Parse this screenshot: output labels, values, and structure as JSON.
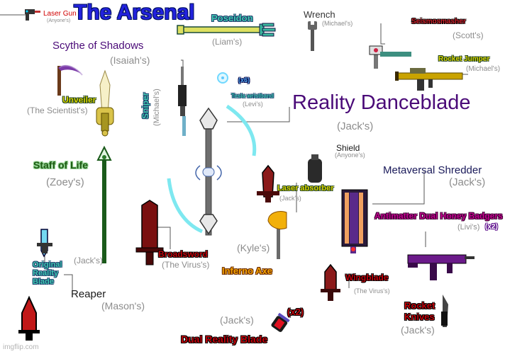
{
  "title": "The Arsenal",
  "watermark": "imgflip.com",
  "colors": {
    "reality_purple": "#4a0a78",
    "laser_blue": "#7ee8f0",
    "owner_gray": "#8c8c8c"
  },
  "items": {
    "laser_gun": {
      "name": "Laser Gun",
      "owner": "(Anyone's)",
      "icon": "laser-gun-icon"
    },
    "poseidon": {
      "name": "Poseidon",
      "owner": "(Liam's)",
      "icon": "trident-icon"
    },
    "wrench": {
      "name": "Wrench",
      "owner": "(Michael's)",
      "icon": "wrench-icon"
    },
    "seismosmasher": {
      "name": "Seismosmasher",
      "owner": "(Scott's)",
      "icon": "hammer-icon"
    },
    "rocket_jumper": {
      "name": "Rocket Jumper",
      "owner": "(Michael's)",
      "icon": "rocket-launcher-icon"
    },
    "scythe": {
      "name": "Scythe of Shadows",
      "owner": "(Isaiah's)",
      "icon": "scythe-icon"
    },
    "tesla": {
      "name": "Tesla wristband",
      "owner": "(Levi's)",
      "multiplier": "(x6)",
      "icon": "tesla-orb-icon"
    },
    "unveiler": {
      "name": "Unveiler",
      "owner": "(The Scientist's)",
      "icon": "golden-sword-icon"
    },
    "sniper": {
      "name": "Sniper",
      "owner": "(Michael's)",
      "icon": "sniper-icon"
    },
    "reality_danceblade": {
      "name": "Reality Danceblade",
      "owner": "(Jack's)",
      "icon": "danceblade-icon"
    },
    "staff_of_life": {
      "name": "Staff of Life",
      "owner": "(Zoey's)",
      "icon": "staff-icon"
    },
    "shield": {
      "name": "Shield",
      "owner": "(Anyone's)",
      "icon": "shield-icon"
    },
    "metaversal_shredder": {
      "name": "Metaversal Shredder",
      "owner": "(Jack's)",
      "icon": "shredder-icon"
    },
    "laser_absorber": {
      "name": "Laser absorber",
      "owner": "(Jack's)",
      "icon": "absorber-icon"
    },
    "antimatter": {
      "name": "Antimatter Dual Honey Badgers",
      "owner": "(Livi's)",
      "multiplier": "(x2)",
      "icon": "smg-icon"
    },
    "original_reality_blade": {
      "name": "Original Reality Blade",
      "name_lines": [
        "Original",
        "Reality",
        "Blade"
      ],
      "owner": "(Jack's)",
      "icon": "cyan-blade-icon"
    },
    "broadsword": {
      "name": "Broadsword",
      "owner": "(The Virus's)",
      "icon": "broadsword-icon"
    },
    "inferno_axe": {
      "name": "Inferno Axe",
      "owner": "(Kyle's)",
      "icon": "axe-icon"
    },
    "wingblade": {
      "name": "Wingblade",
      "owner": "(The Virus's)",
      "icon": "wingblade-icon"
    },
    "reaper": {
      "name": "Reaper",
      "owner": "(Mason's)",
      "icon": "reaper-icon"
    },
    "rocket_knives": {
      "name": "Rocket Knives",
      "name_lines": [
        "Rocket",
        "Knives"
      ],
      "owner": "(Jack's)",
      "icon": "knife-icon"
    },
    "dual_reality_blade": {
      "name": "Dual Reality Blade",
      "owner": "(Jack's)",
      "multiplier": "(x2)",
      "icon": "dual-blade-icon"
    }
  }
}
